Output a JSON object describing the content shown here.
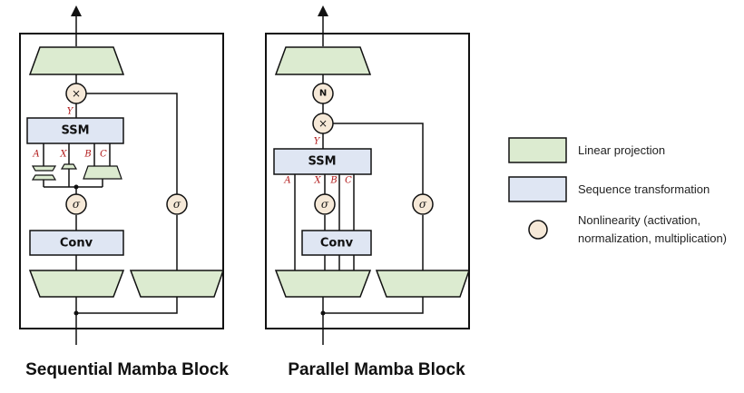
{
  "colors": {
    "linear_projection": "#dcebd0",
    "sequence_transformation": "#dfe6f3",
    "nonlinearity": "#f6e9d8",
    "stroke": "#111111",
    "param_label": "#b01818"
  },
  "sequential": {
    "title": "Sequential Mamba Block",
    "ssm_label": "SSM",
    "conv_label": "Conv",
    "y_label": "Y",
    "multiply_symbol": "×",
    "sigma_symbol": "σ",
    "params": [
      "A",
      "X",
      "B",
      "C"
    ]
  },
  "parallel": {
    "title": "Parallel Mamba Block",
    "ssm_label": "SSM",
    "conv_label": "Conv",
    "y_label": "Y",
    "norm_symbol": "N",
    "multiply_symbol": "×",
    "sigma_symbol": "σ",
    "params": [
      "A",
      "X",
      "B",
      "C"
    ]
  },
  "legend": [
    {
      "label": "Linear projection",
      "icon": "green-rectangle"
    },
    {
      "label": "Sequence transformation",
      "icon": "blue-rectangle"
    },
    {
      "label": "Nonlinearity (activation,",
      "label2": "normalization, multiplication)",
      "icon": "circle"
    }
  ]
}
